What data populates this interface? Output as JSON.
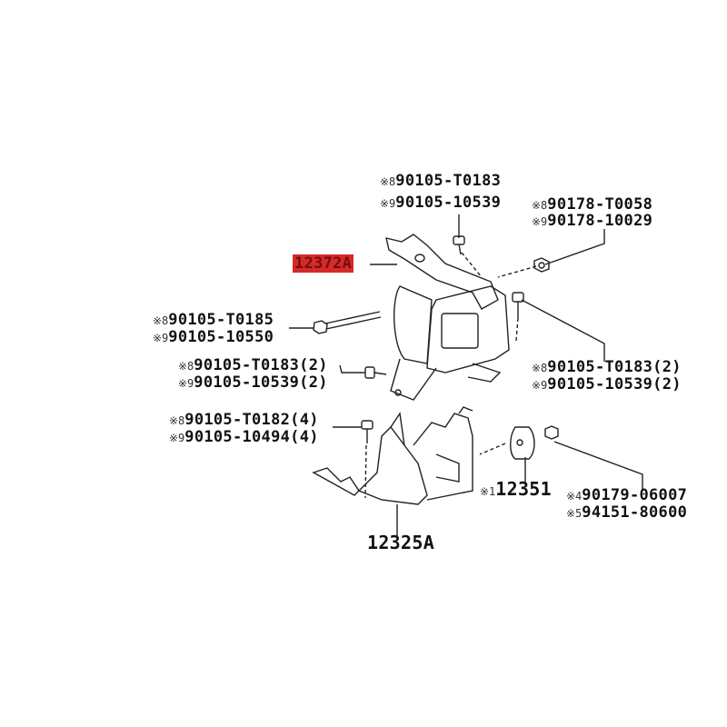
{
  "callouts": {
    "top_bolt": [
      {
        "prefix": "※8",
        "part": "90105-T0183"
      },
      {
        "prefix": "※9",
        "part": "90105-10539"
      }
    ],
    "top_right_nut": [
      {
        "prefix": "※8",
        "part": "90178-T0058"
      },
      {
        "prefix": "※9",
        "part": "90178-10029"
      }
    ],
    "bracket": {
      "part": "12372A",
      "highlight_color": "#d42a2a"
    },
    "long_bolt": [
      {
        "prefix": "※8",
        "part": "90105-T0185"
      },
      {
        "prefix": "※9",
        "part": "90105-10550"
      }
    ],
    "left_bolt": [
      {
        "prefix": "※8",
        "part": "90105-T0183(2)"
      },
      {
        "prefix": "※9",
        "part": "90105-10539(2)"
      }
    ],
    "right_bolt": [
      {
        "prefix": "※8",
        "part": "90105-T0183(2)"
      },
      {
        "prefix": "※9",
        "part": "90105-10539(2)"
      }
    ],
    "lower_bolt": [
      {
        "prefix": "※8",
        "part": "90105-T0182(4)"
      },
      {
        "prefix": "※9",
        "part": "90105-10494(4)"
      }
    ],
    "insulator": {
      "prefix": "※1",
      "part": "12351"
    },
    "lower_nut": [
      {
        "prefix": "※4",
        "part": "90179-06007"
      },
      {
        "prefix": "※5",
        "part": "94151-80600"
      }
    ],
    "lower_bracket": {
      "part": "12325A"
    }
  }
}
